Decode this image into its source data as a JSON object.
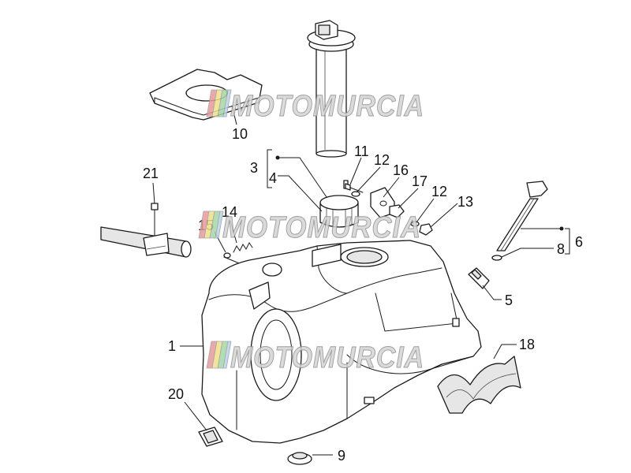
{
  "diagram": {
    "watermark": {
      "text": "MOTOMURCIA"
    },
    "callouts": [
      "10",
      "11",
      "12",
      "16",
      "17",
      "12",
      "13",
      "3",
      "4",
      "21",
      "14",
      "15",
      "6",
      "8",
      "5",
      "1",
      "18",
      "20",
      "9"
    ],
    "colors": {
      "line": "#1a1a1a",
      "watermark_fill": "#d4d4d4",
      "watermark_bar_red": "#e89a9a",
      "watermark_bar_yellow": "#efe08a",
      "watermark_bar_green": "#a6d6a6",
      "watermark_bar_blue": "#b8d4ea"
    }
  }
}
